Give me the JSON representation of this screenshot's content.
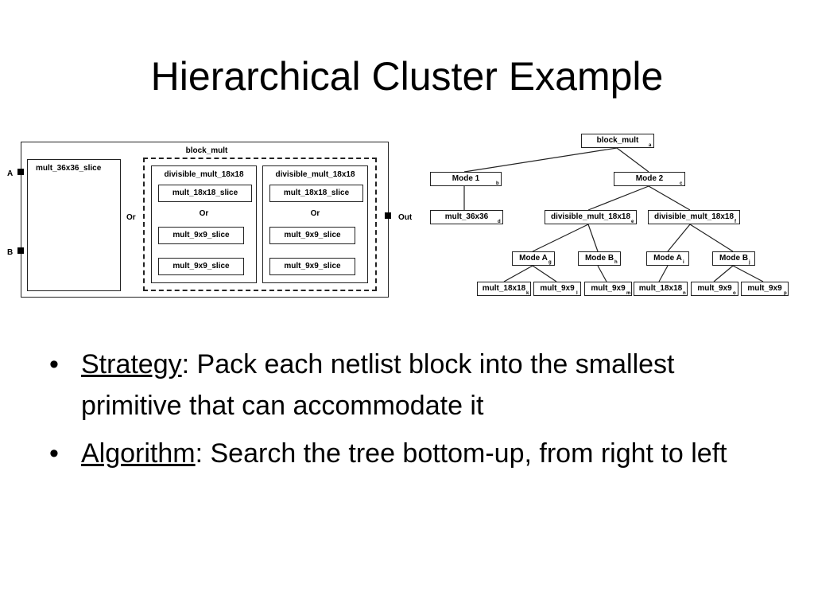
{
  "title": "Hierarchical Cluster Example",
  "block_diagram": {
    "outer_label": "block_mult",
    "pin_a": "A",
    "pin_b": "B",
    "pin_out": "Out",
    "big_slice": "mult_36x36_slice",
    "or_outer": "Or",
    "left_div": {
      "label": "divisible_mult_18x18",
      "slice18": "mult_18x18_slice",
      "or": "Or",
      "slice9a": "mult_9x9_slice",
      "slice9b": "mult_9x9_slice"
    },
    "right_div": {
      "label": "divisible_mult_18x18",
      "slice18": "mult_18x18_slice",
      "or": "Or",
      "slice9a": "mult_9x9_slice",
      "slice9b": "mult_9x9_slice"
    }
  },
  "tree": {
    "root": {
      "label": "block_mult",
      "sub": "a"
    },
    "mode1": {
      "label": "Mode 1",
      "sub": "b"
    },
    "mode2": {
      "label": "Mode 2",
      "sub": "c"
    },
    "m36": {
      "label": "mult_36x36",
      "sub": "d"
    },
    "div1": {
      "label": "divisible_mult_18x18",
      "sub": "e"
    },
    "div2": {
      "label": "divisible_mult_18x18",
      "sub": "f"
    },
    "modeA1": {
      "label": "Mode A",
      "sub": "g"
    },
    "modeB1": {
      "label": "Mode B",
      "sub": "h"
    },
    "modeA2": {
      "label": "Mode A",
      "sub": "i"
    },
    "modeB2": {
      "label": "Mode B",
      "sub": "j"
    },
    "l1": {
      "label": "mult_18x18",
      "sub": "k"
    },
    "l2": {
      "label": "mult_9x9",
      "sub": "l"
    },
    "l3": {
      "label": "mult_9x9",
      "sub": "m"
    },
    "l4": {
      "label": "mult_18x18",
      "sub": "n"
    },
    "l5": {
      "label": "mult_9x9",
      "sub": "o"
    },
    "l6": {
      "label": "mult_9x9",
      "sub": "p"
    }
  },
  "bullets": [
    {
      "term": "Strategy",
      "text": ": Pack each netlist block into the smallest primitive that can accommodate it"
    },
    {
      "term": "Algorithm",
      "text": ": Search the tree bottom-up, from right to left"
    }
  ],
  "bullet_char": "•"
}
